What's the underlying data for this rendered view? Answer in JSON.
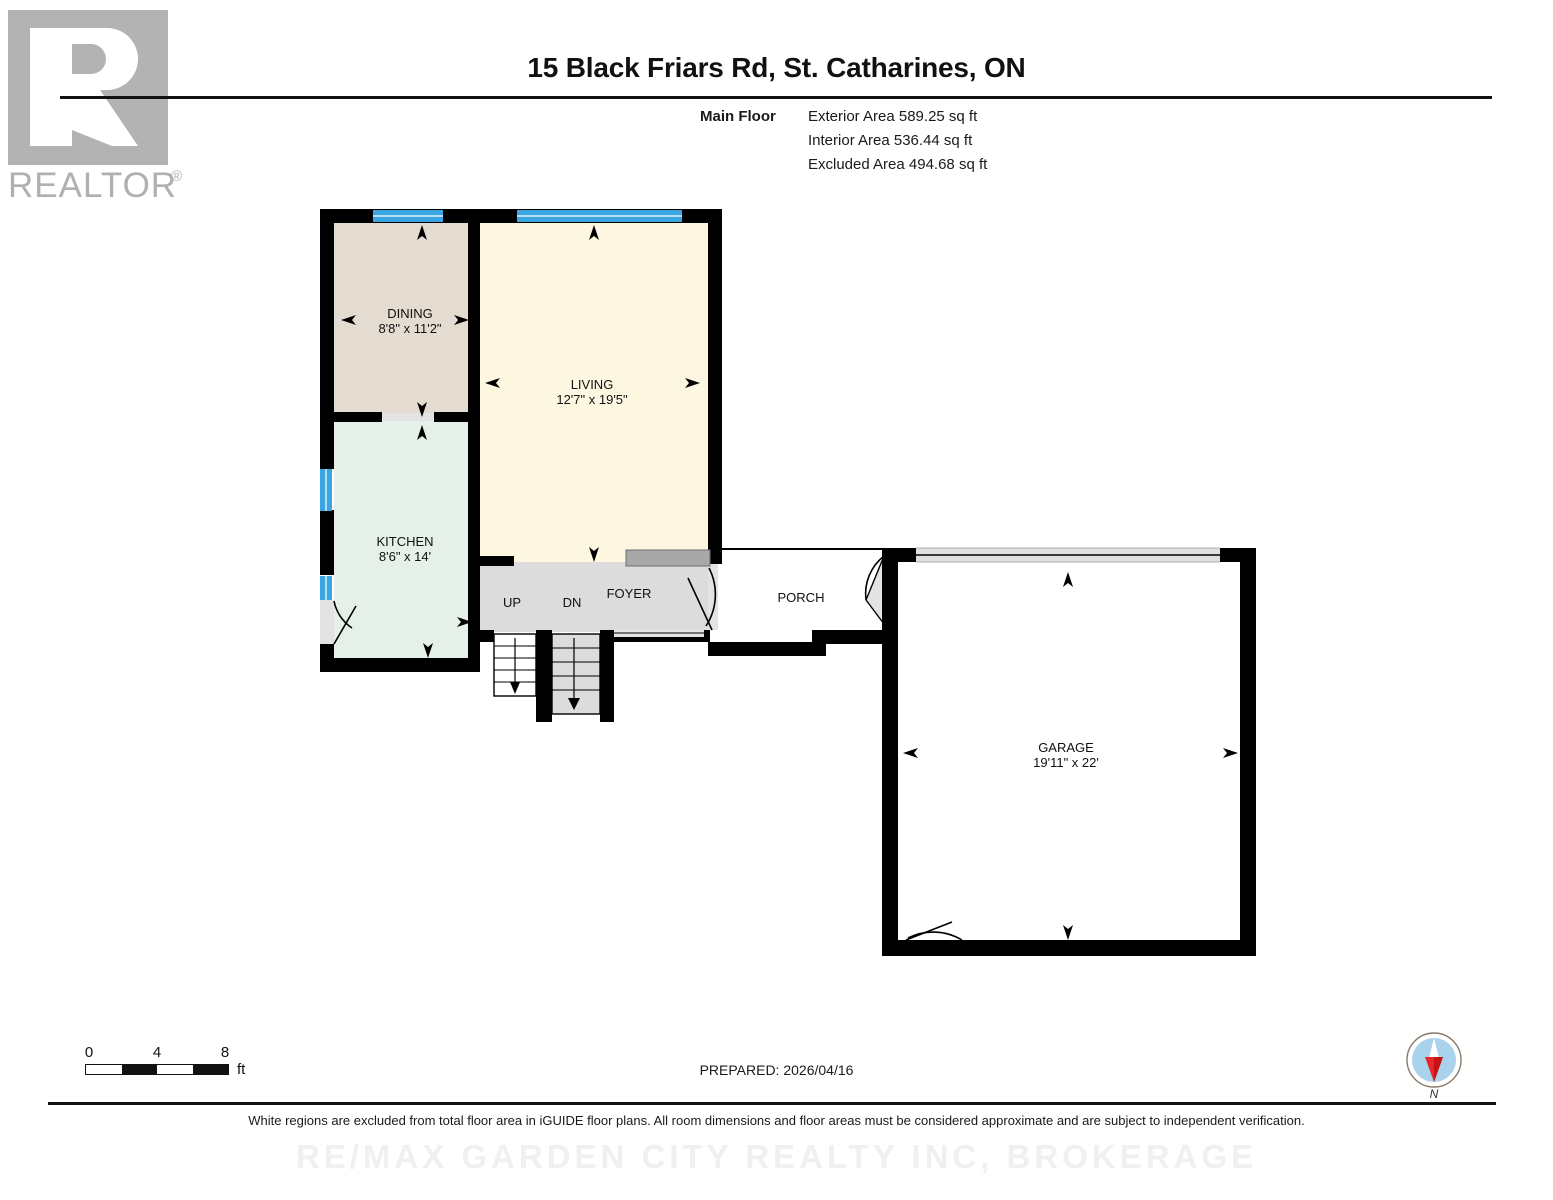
{
  "logo": {
    "mark_letter": "R",
    "wordmark": "REALTOR",
    "registered": "®"
  },
  "header": {
    "title": "15 Black Friars Rd, St. Catharines, ON",
    "floor_label": "Main Floor",
    "areas": [
      "Exterior Area 589.25 sq ft",
      "Interior Area 536.44 sq ft",
      "Excluded Area 494.68 sq ft"
    ]
  },
  "rooms": [
    {
      "name": "DINING",
      "dimensions": "8'8\" x 11'2\"",
      "fill": "#e4dcd0"
    },
    {
      "name": "LIVING",
      "dimensions": "12'7\" x 19'5\"",
      "fill": "#fdf6e0"
    },
    {
      "name": "KITCHEN",
      "dimensions": "8'6\" x 14'",
      "fill": "#e4f0e8"
    },
    {
      "name": "FOYER",
      "dimensions": "",
      "fill": "#dcdcdc"
    },
    {
      "name": "PORCH",
      "dimensions": "",
      "fill": "#ffffff"
    },
    {
      "name": "GARAGE",
      "dimensions": "19'11\" x 22'",
      "fill": "#ffffff"
    }
  ],
  "stairs": {
    "up_label": "UP",
    "dn_label": "DN"
  },
  "scale": {
    "ticks": [
      "0",
      "4",
      "8"
    ],
    "unit": "ft"
  },
  "prepared": "PREPARED: 2026/04/16",
  "compass": {
    "north_label": "N",
    "needle_color": "#e8262a",
    "dial_color": "#a9d2ec"
  },
  "footer": {
    "disclaimer": "White regions are excluded from total floor area in iGUIDE floor plans. All room dimensions and floor areas must be considered approximate and are subject to independent verification.",
    "watermark": "RE/MAX GARDEN CITY REALTY INC, BROKERAGE"
  },
  "colors": {
    "wall": "#000000",
    "window": "#3aa5e0",
    "door_fill": "#e3e3e3",
    "cabinet": "#a8a8a8"
  }
}
